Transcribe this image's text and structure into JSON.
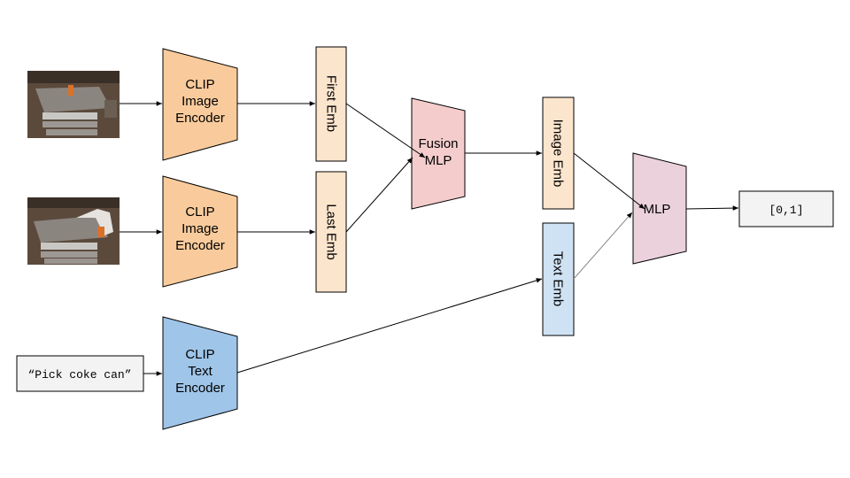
{
  "encoders": {
    "image1": {
      "line1": "CLIP",
      "line2": "Image",
      "line3": "Encoder"
    },
    "image2": {
      "line1": "CLIP",
      "line2": "Image",
      "line3": "Encoder"
    },
    "text": {
      "line1": "CLIP",
      "line2": "Text",
      "line3": "Encoder"
    }
  },
  "embeddings": {
    "first": "First Emb",
    "last": "Last Emb",
    "image": "Image Emb",
    "text": "Text Emb"
  },
  "fusion": {
    "line1": "Fusion",
    "line2": "MLP"
  },
  "mlp": "MLP",
  "prompt": "“Pick coke can”",
  "output": "[0,1]",
  "colors": {
    "image_encoder": "#f9cb9c",
    "text_encoder": "#9fc5e8",
    "embedding": "#fce5cd",
    "text_embedding": "#cfe2f3",
    "fusion": "#f4cccc",
    "mlp": "#ead1dc",
    "text_box": "#f3f3f3",
    "stroke": "#000000"
  }
}
